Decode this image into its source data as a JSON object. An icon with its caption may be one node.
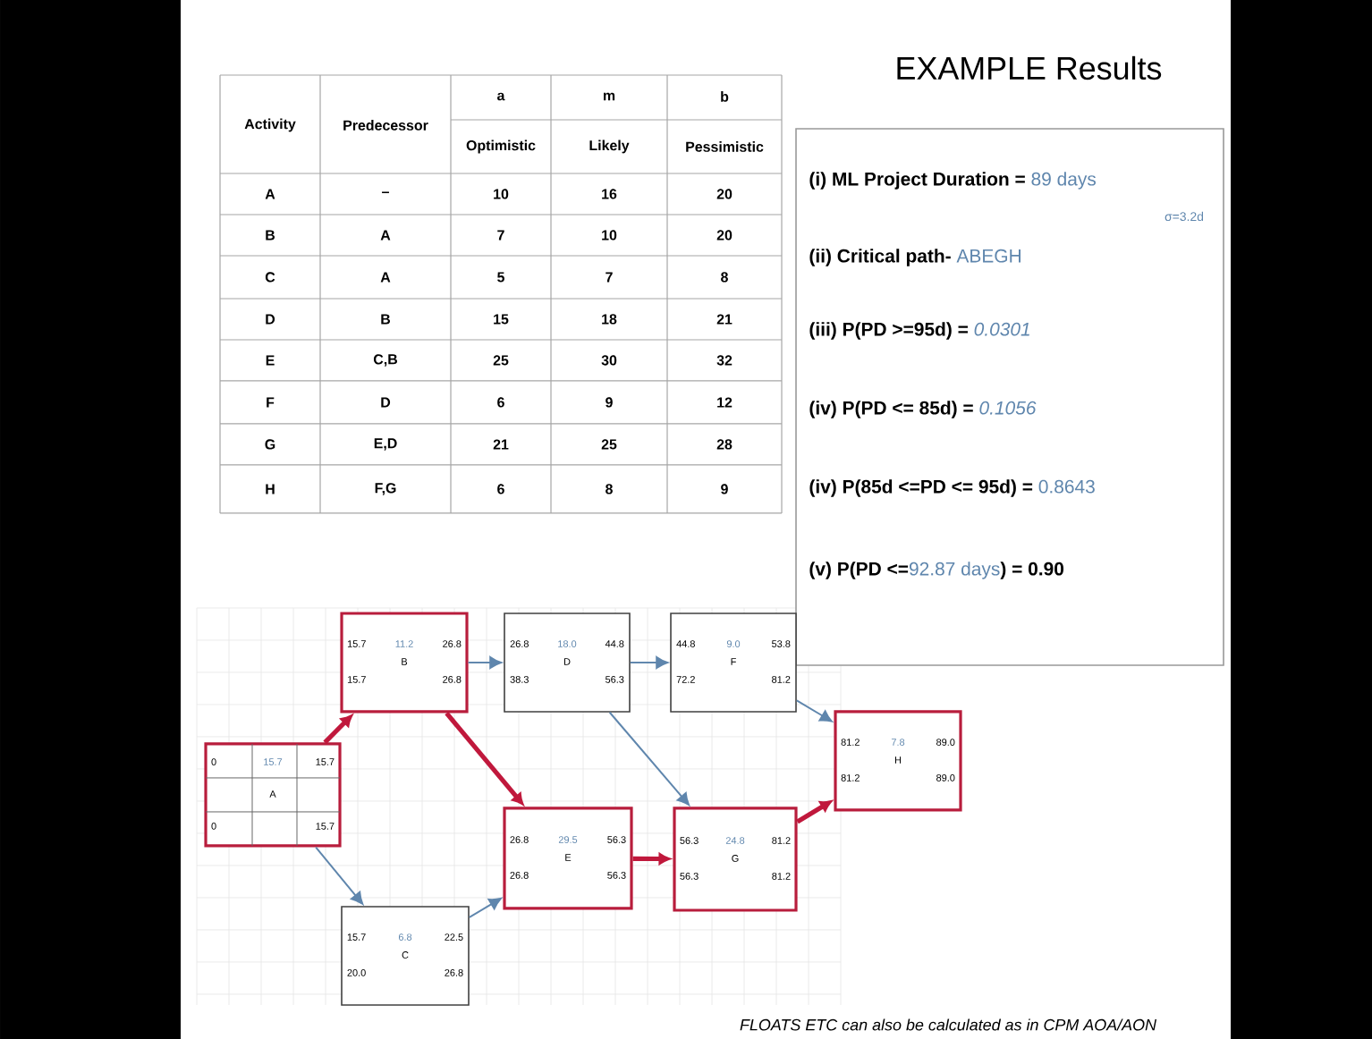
{
  "diagram": {
    "title": "EXAMPLE Results",
    "nodes": [
      {
        "text": [
          "0",
          "15.7",
          "15.7",
          "A",
          "0",
          "15.7"
        ]
      },
      {
        "text": [
          "15.7",
          "11.2",
          "26.8",
          "B",
          "15.7",
          "26.8"
        ]
      },
      {
        "text": [
          "15.7",
          "6.8",
          "22.5",
          "C",
          "20.0",
          "26.8"
        ]
      },
      {
        "text": [
          "26.8",
          "18.0",
          "44.8",
          "D",
          "38.3",
          "56.3"
        ]
      },
      {
        "text": [
          "26.8",
          "29.5",
          "56.3",
          "E",
          "26.8",
          "56.3"
        ]
      },
      {
        "text": [
          "44.8",
          "9.0",
          "53.8",
          "F",
          "72.2",
          "81.2"
        ]
      },
      {
        "text": [
          "56.3",
          "24.8",
          "81.2",
          "G",
          "56.3",
          "81.2"
        ]
      },
      {
        "text": [
          "81.2",
          "7.8",
          "89.0",
          "H",
          "81.2",
          "89.0"
        ]
      }
    ],
    "edges": [
      {
        "from": 0,
        "to": 1,
        "arrow": "to",
        "style": "thick",
        "color": "#c0183c"
      },
      {
        "from": 0,
        "to": 2,
        "arrow": "to",
        "color": "#5f86ad"
      },
      {
        "from": 1,
        "to": 3,
        "arrow": "to",
        "color": "#5f86ad"
      },
      {
        "from": 1,
        "to": 4,
        "arrow": "to",
        "style": "thick",
        "color": "#c0183c"
      },
      {
        "from": 2,
        "to": 4,
        "arrow": "to",
        "color": "#5f86ad"
      },
      {
        "from": 3,
        "to": 5,
        "arrow": "to",
        "color": "#5f86ad"
      },
      {
        "from": 3,
        "to": 6,
        "arrow": "to",
        "color": "#5f86ad"
      },
      {
        "from": 4,
        "to": 6,
        "arrow": "to",
        "style": "thick",
        "color": "#c0183c"
      },
      {
        "from": 5,
        "to": 7,
        "arrow": "to",
        "color": "#5f86ad"
      },
      {
        "from": 6,
        "to": 7,
        "arrow": "to",
        "style": "thick",
        "color": "#c0183c"
      }
    ],
    "labels": [
      "Activity",
      "Predecessor",
      "a",
      "m",
      "b",
      "Optimistic",
      "Likely",
      "Pessimistic",
      "A",
      "–",
      "10",
      "16",
      "20",
      "B",
      "A",
      "7",
      "10",
      "20",
      "C",
      "A",
      "5",
      "7",
      "8",
      "D",
      "B",
      "15",
      "18",
      "21",
      "E",
      "C,B",
      "25",
      "30",
      "32",
      "F",
      "D",
      "6",
      "9",
      "12",
      "G",
      "E,D",
      "21",
      "25",
      "28",
      "H",
      "F,G",
      "6",
      "8",
      "9",
      "(i) ML Project Duration =",
      "89 days",
      "σ=3.2d",
      "(ii) Critical path-",
      "ABEGH",
      "(iii) P(PD >=95d) =",
      "0.0301",
      "(iv) P(PD <= 85d) =",
      "0.1056",
      "(iv) P(85d <=PD <= 95d) =",
      "0.8643",
      "(v)  P(PD <=",
      "92.87 days",
      ") = 0.90",
      "FLOATS ETC can also be calculated as in CPM AOA/AON"
    ]
  }
}
